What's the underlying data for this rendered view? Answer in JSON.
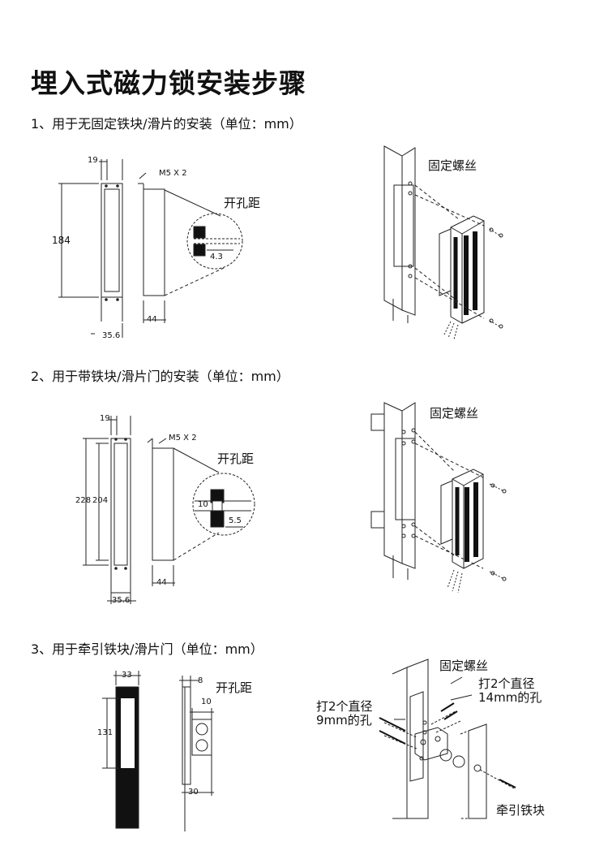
{
  "title": "埋入式磁力锁安装步骤",
  "sections": [
    {
      "heading": "1、用于无固定铁块/滑片的安装（单位：mm）",
      "dims": {
        "width_top": "19",
        "screw": "M5 X 2",
        "height": "184",
        "bottom_width": "35.6",
        "depth": "44",
        "hole": "4.3"
      },
      "hole_label": "开孔距",
      "screw_label": "固定螺丝"
    },
    {
      "heading": "2、用于带铁块/滑片门的安装（单位：mm）",
      "dims": {
        "width_top": "19",
        "screw": "M5 X 2",
        "height_outer": "228",
        "height_inner": "204",
        "bottom_width": "35.6",
        "depth": "44",
        "hole_a": "10",
        "hole_b": "5.5"
      },
      "hole_label": "开孔距",
      "screw_label": "固定螺丝"
    },
    {
      "heading": "3、用于牵引铁块/滑片门（单位：mm）",
      "dims": {
        "width_top": "33",
        "height": "131",
        "side_w": "8",
        "plate_w": "10",
        "bottom": "30"
      },
      "hole_label": "开孔距",
      "screw_label": "固定螺丝",
      "callout_14": "打2个直径\n14mm的孔",
      "callout_9": "打2个直径\n9mm的孔",
      "plate_label": "牵引铁块"
    }
  ]
}
